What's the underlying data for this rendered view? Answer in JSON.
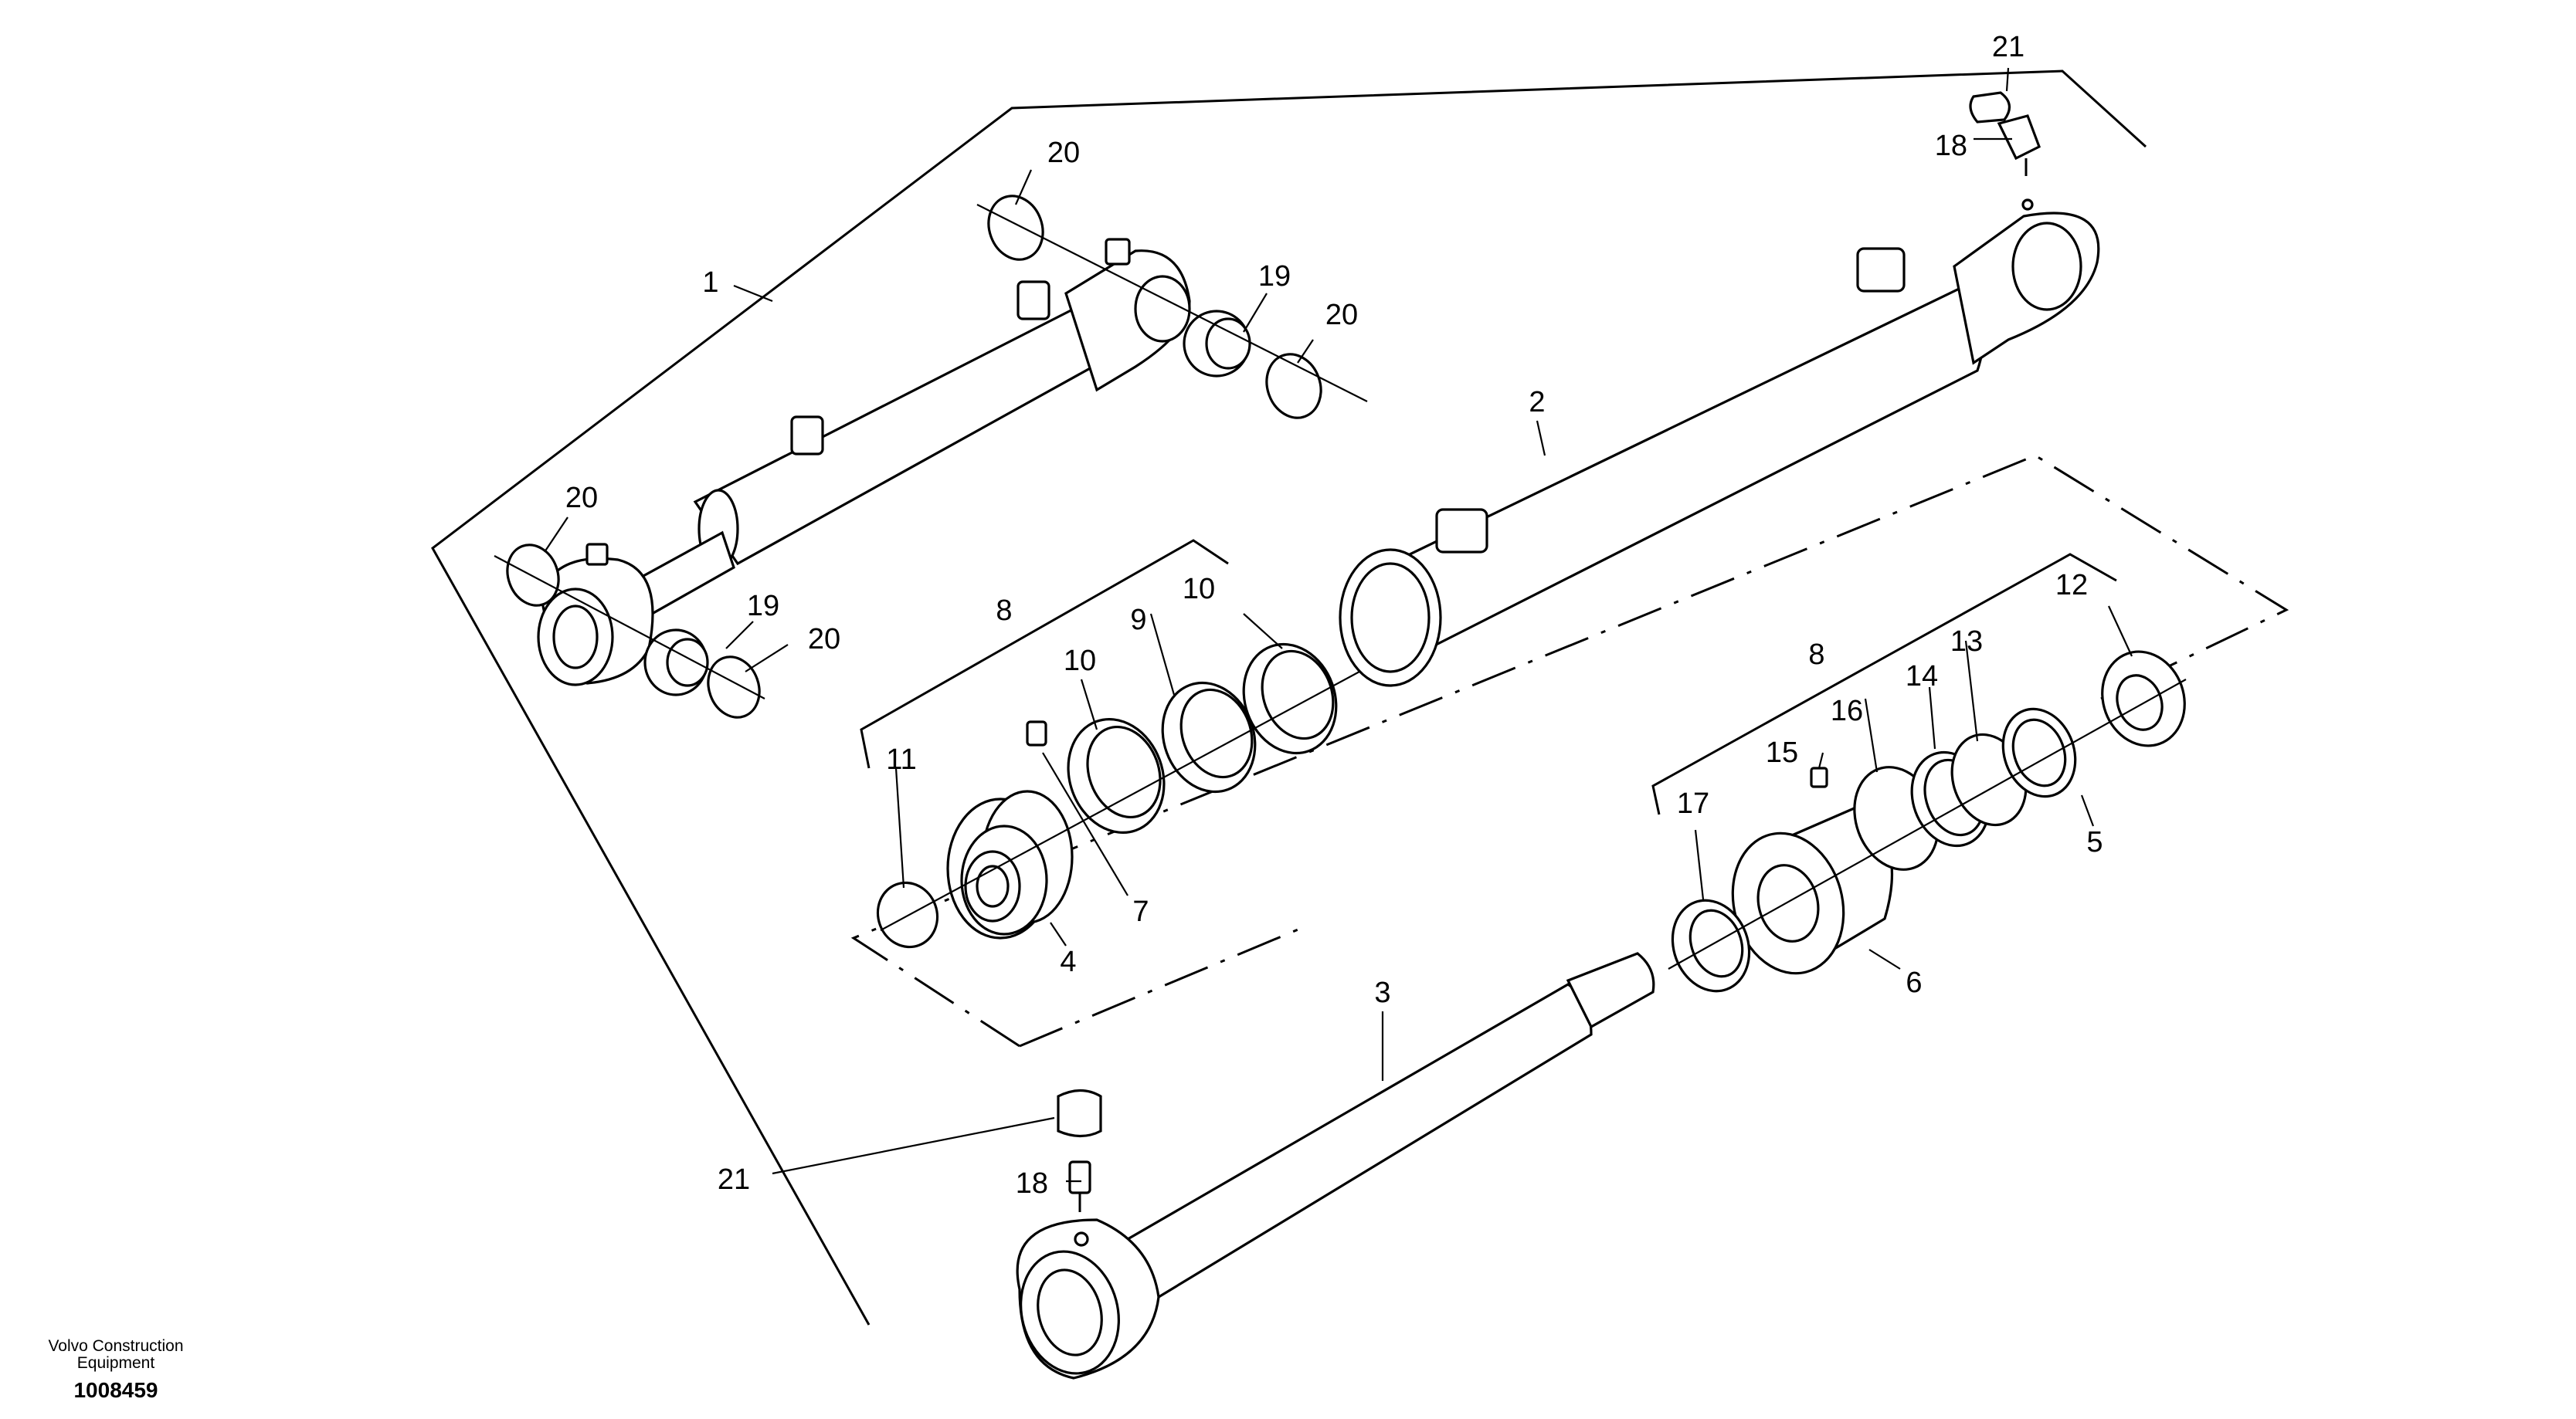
{
  "diagram": {
    "callouts": {
      "p1": "1",
      "p2": "2",
      "p3": "3",
      "p4": "4",
      "p5": "5",
      "p6": "6",
      "p7": "7",
      "p8a": "8",
      "p8b": "8",
      "p9": "9",
      "p10a": "10",
      "p10b": "10",
      "p11": "11",
      "p12": "12",
      "p13": "13",
      "p14": "14",
      "p15": "15",
      "p16": "16",
      "p17": "17",
      "p18a": "18",
      "p18b": "18",
      "p19a": "19",
      "p19b": "19",
      "p20a": "20",
      "p20b": "20",
      "p20c": "20",
      "p20d": "20",
      "p21a": "21",
      "p21b": "21"
    }
  },
  "footer": {
    "company_line1": "Volvo Construction",
    "company_line2": "Equipment",
    "document_number": "1008459"
  }
}
